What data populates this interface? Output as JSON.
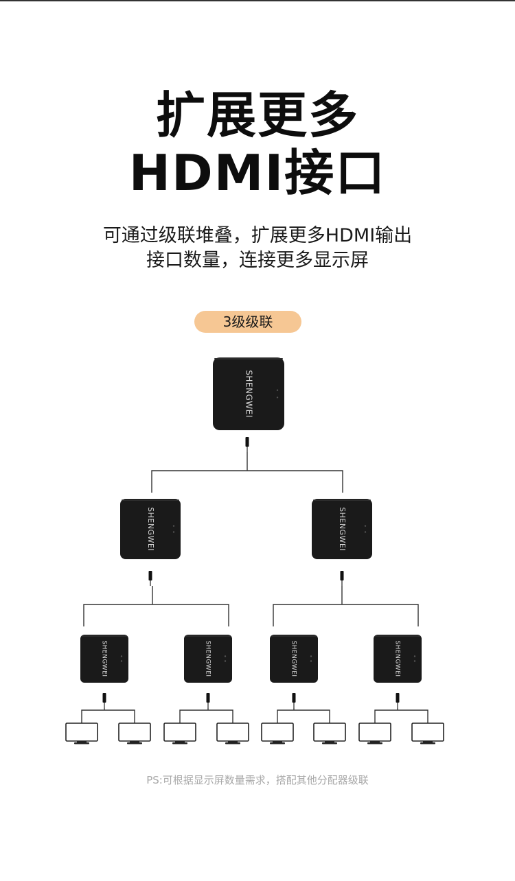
{
  "headline": {
    "line1": "扩展更多",
    "line2": "HDMI接口"
  },
  "description": {
    "line1": "可通过级联堆叠，扩展更多HDMI输出",
    "line2": "接口数量，连接更多显示屏"
  },
  "badge": "3级级联",
  "device_brand": "SHENGWEI",
  "footnote": "PS:可根据显示屏数量需求，搭配其他分配器级联",
  "colors": {
    "device": "#1a1a1a",
    "badge": "#f6c794",
    "line": "#333333",
    "footnote": "#a8a8a8"
  }
}
